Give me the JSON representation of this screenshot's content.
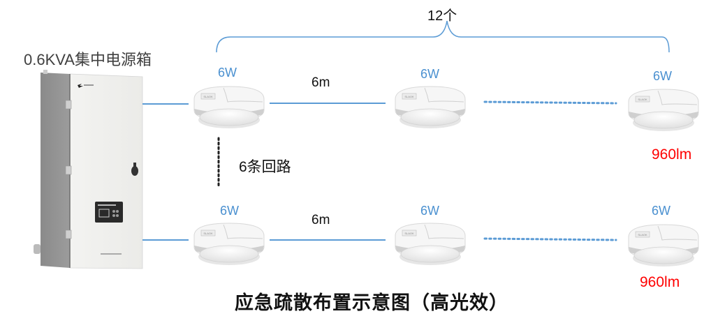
{
  "diagram": {
    "title": "应急疏散布置示意图（高光效）",
    "cabinet": {
      "label": "0.6KVA集中电源箱",
      "icon": "power-cabinet-icon"
    },
    "luminaire_count_label": "12个",
    "circuits_label": "6条回路",
    "colors": {
      "wire": "#5b9bd5",
      "watt_text": "#4a90d0",
      "lumen_text": "#ff0000"
    },
    "rows": [
      {
        "fixtures": [
          {
            "power": "6W"
          },
          {
            "power": "6W"
          },
          {
            "power": "6W",
            "lumen": "960lm"
          }
        ],
        "spacing": "6m"
      },
      {
        "fixtures": [
          {
            "power": "6W"
          },
          {
            "power": "6W"
          },
          {
            "power": "6W",
            "lumen": "960lm"
          }
        ],
        "spacing": "6m"
      }
    ]
  }
}
